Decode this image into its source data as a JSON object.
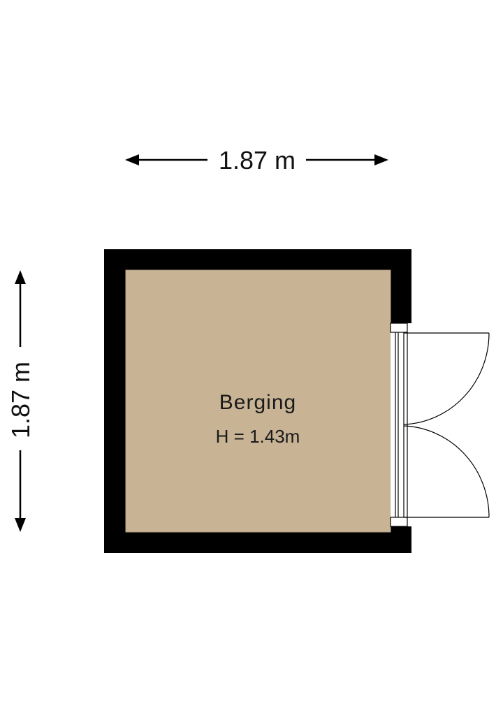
{
  "dimensions": {
    "width_label": "1.87 m",
    "height_label": "1.87 m"
  },
  "room": {
    "name": "Berging",
    "height_label": "H = 1.43m"
  },
  "colors": {
    "wall": "#000000",
    "floor": "#c8b395",
    "floor_edge": "#b9a385",
    "arrow": "#000000",
    "door_line": "#000000"
  }
}
